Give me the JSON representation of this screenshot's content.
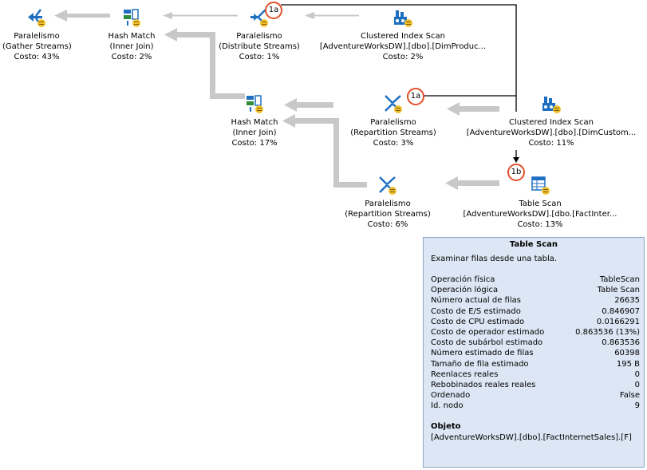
{
  "nodes": {
    "par_gather": {
      "l1": "Paralelismo",
      "l2": "(Gather Streams)",
      "cost": "Costo: 43%",
      "icon": "parallelism-gather-icon"
    },
    "hm1": {
      "l1": "Hash Match",
      "l2": "(Inner Join)",
      "cost": "Costo: 2%",
      "icon": "hash-match-icon"
    },
    "par_dist": {
      "l1": "Paralelismo",
      "l2": "(Distribute Streams)",
      "cost": "Costo: 1%",
      "icon": "parallelism-distribute-icon"
    },
    "cis1": {
      "l1": "Clustered Index Scan",
      "l2": "[AdventureWorksDW].[dbo].[DimProduc...",
      "cost": "Costo: 2%",
      "icon": "clustered-index-scan-icon"
    },
    "hm2": {
      "l1": "Hash Match",
      "l2": "(Inner Join)",
      "cost": "Costo: 17%",
      "icon": "hash-match-icon"
    },
    "par_rep1": {
      "l1": "Paralelismo",
      "l2": "(Repartition Streams)",
      "cost": "Costo: 3%",
      "icon": "parallelism-repartition-icon"
    },
    "cis2": {
      "l1": "Clustered Index Scan",
      "l2": "[AdventureWorksDW].[dbo].[DimCustom...",
      "cost": "Costo: 11%",
      "icon": "clustered-index-scan-icon"
    },
    "par_rep2": {
      "l1": "Paralelismo",
      "l2": "(Repartition Streams)",
      "cost": "Costo: 6%",
      "icon": "parallelism-repartition-icon"
    },
    "ts": {
      "l1": "Table Scan",
      "l2": "[AdventureWorksDW].[dbo.[FactInter...",
      "cost": "Costo: 13%",
      "icon": "table-scan-icon"
    }
  },
  "badges": {
    "b1": "1a",
    "b2": "1a",
    "b3": "1b"
  },
  "tooltip": {
    "title": "Table Scan",
    "description": "Examinar filas desde una tabla.",
    "rows": [
      {
        "label": "Operación física",
        "value": "TableScan"
      },
      {
        "label": "Operación lógica",
        "value": "Table Scan"
      },
      {
        "label": "Número actual de filas",
        "value": "26635"
      },
      {
        "label": "Costo de E/S estimado",
        "value": "0.846907"
      },
      {
        "label": "Costo de CPU estimado",
        "value": "0.0166291"
      },
      {
        "label": "Costo de operador estimado",
        "value": "0.863536 (13%)"
      },
      {
        "label": "Costo de subárbol estimado",
        "value": "0.863536"
      },
      {
        "label": "Número estimado de filas",
        "value": "60398"
      },
      {
        "label": "Tamaño de fila estimado",
        "value": "195 B"
      },
      {
        "label": "Reenlaces reales",
        "value": "0"
      },
      {
        "label": "Rebobinados reales reales",
        "value": "0"
      },
      {
        "label": "Ordenado",
        "value": "False"
      },
      {
        "label": "Id. nodo",
        "value": "9"
      }
    ],
    "object_heading": "Objeto",
    "object_value": "[AdventureWorksDW].[dbo].[FactInternetSales].[F]"
  },
  "colors": {
    "arrow": "#c8c8c8",
    "badge_border": "#e0502a",
    "tooltip_bg": "#dce6f4",
    "icon_blue": "#1f6fc1",
    "icon_yellow": "#f2c12e"
  }
}
